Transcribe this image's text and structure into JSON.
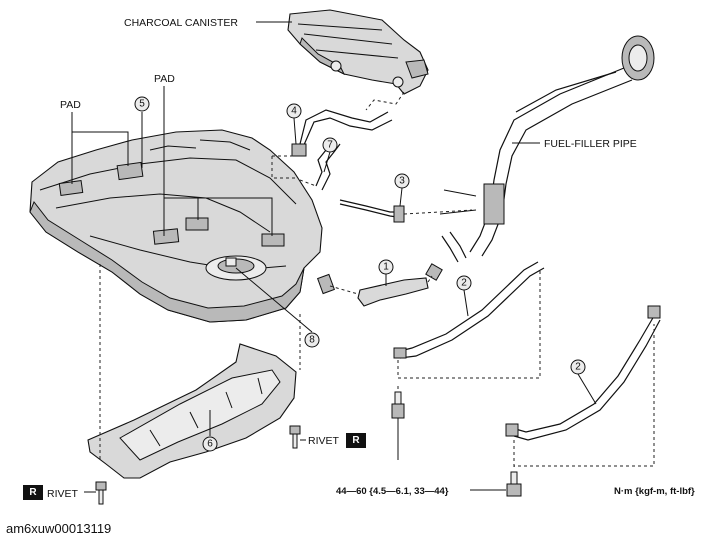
{
  "labels": {
    "charcoal_canister": "CHARCOAL CANISTER",
    "pad_left": "PAD",
    "pad_center": "PAD",
    "fuel_filler_pipe": "FUEL-FILLER PIPE",
    "rivet_right": "RIVET",
    "rivet_left": "RIVET",
    "torque_spec": "44—60 {4.5—6.1, 33—44}",
    "torque_units": "N·m {kgf-m, ft-lbf}",
    "document_id": "am6xuw00013119"
  },
  "callouts": {
    "c1": "1",
    "c2a": "2",
    "c2b": "2",
    "c3": "3",
    "c4": "4",
    "c5": "5",
    "c6": "6",
    "c7": "7",
    "c8": "8"
  },
  "markers": {
    "r_right": "R",
    "r_left": "R"
  },
  "colors": {
    "line": "#111111",
    "part_fill": "#d9d9d9",
    "part_shadow": "#b9b9b9",
    "background": "#ffffff"
  }
}
